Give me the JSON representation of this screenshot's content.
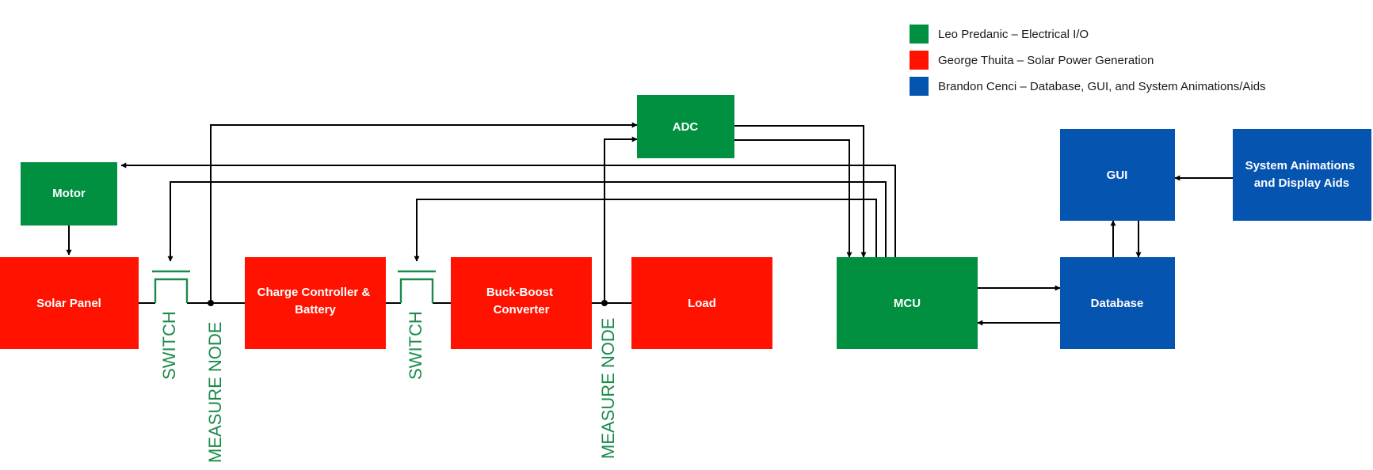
{
  "colors": {
    "electrical": "#00903f",
    "solar": "#ff1200",
    "software": "#0554b0",
    "switch": "#1b8a4a"
  },
  "legend": [
    {
      "key": "electrical",
      "text": "Leo Predanic – Electrical I/O"
    },
    {
      "key": "solar",
      "text": "George Thuita – Solar Power Generation"
    },
    {
      "key": "software",
      "text": "Brandon Cenci – Database, GUI, and System Animations/Aids"
    }
  ],
  "blocks": {
    "motor": {
      "lines": [
        "Motor"
      ]
    },
    "solar_panel": {
      "lines": [
        "Solar Panel"
      ]
    },
    "charge_controller": {
      "lines": [
        "Charge Controller &",
        "Battery"
      ]
    },
    "buck_boost": {
      "lines": [
        "Buck-Boost",
        "Converter"
      ]
    },
    "load": {
      "lines": [
        "Load"
      ]
    },
    "adc": {
      "lines": [
        "ADC"
      ]
    },
    "mcu": {
      "lines": [
        "MCU"
      ]
    },
    "gui": {
      "lines": [
        "GUI"
      ]
    },
    "database": {
      "lines": [
        "Database"
      ]
    },
    "system_animations": {
      "lines": [
        "System Animations",
        "and Display Aids"
      ]
    }
  },
  "vertical_labels": {
    "switch_1": "SWITCH",
    "measure_node_1": "MEASURE NODE",
    "switch_2": "SWITCH",
    "measure_node_2": "MEASURE NODE"
  }
}
